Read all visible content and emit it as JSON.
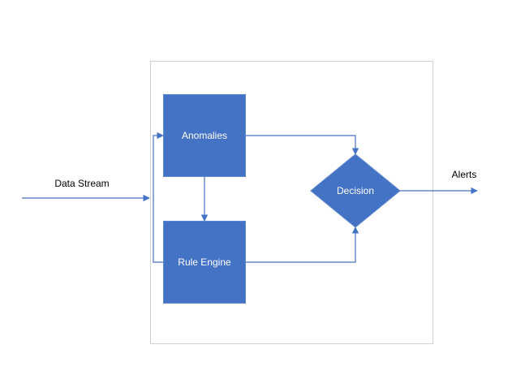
{
  "diagram": {
    "type": "flowchart",
    "colors": {
      "node_fill": "#4472C4",
      "node_stroke": "#5B86D1",
      "arrow": "#4472C4",
      "container_border": "#D0D0D0",
      "node_text": "#FFFFFF",
      "label_text": "#000000"
    },
    "input_label": "Data Stream",
    "output_label": "Alerts",
    "nodes": {
      "anomalies": {
        "label": "Anomalies",
        "shape": "rectangle"
      },
      "rule_engine": {
        "label": "Rule Engine",
        "shape": "rectangle"
      },
      "decision": {
        "label": "Decision",
        "shape": "diamond"
      }
    },
    "edges": [
      {
        "from": "data_stream",
        "to": "anomalies"
      },
      {
        "from": "data_stream",
        "to": "rule_engine"
      },
      {
        "from": "anomalies",
        "to": "rule_engine"
      },
      {
        "from": "anomalies",
        "to": "decision"
      },
      {
        "from": "rule_engine",
        "to": "decision"
      },
      {
        "from": "decision",
        "to": "alerts"
      }
    ]
  }
}
